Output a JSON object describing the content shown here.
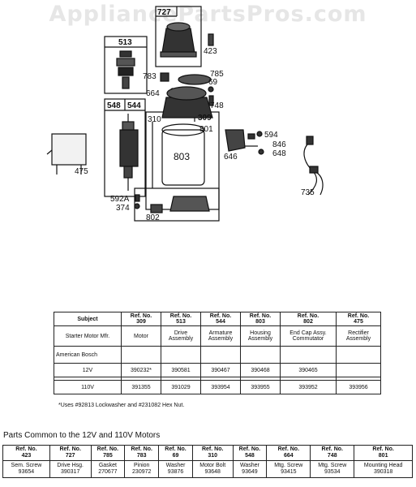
{
  "watermark": "AppliancePartsPros.com",
  "callouts": {
    "c513": "513",
    "c727": "727",
    "c423": "423",
    "c783": "783",
    "c785": "785",
    "c664": "664",
    "c69": "69",
    "c748": "748",
    "c548": "548",
    "c544": "544",
    "c309": "309",
    "c310": "310",
    "c801": "801",
    "c803": "803",
    "c594": "594",
    "c646": "646",
    "c846": "846",
    "c648": "648",
    "c475": "475",
    "c592a": "592A",
    "c374": "374",
    "c802": "802",
    "c735": "735"
  },
  "table1": {
    "header": {
      "subject": "Subject",
      "cols": [
        {
          "ref": "Ref. No.",
          "num": "309"
        },
        {
          "ref": "Ref. No.",
          "num": "513"
        },
        {
          "ref": "Ref. No.",
          "num": "544"
        },
        {
          "ref": "Ref. No.",
          "num": "803"
        },
        {
          "ref": "Ref. No.",
          "num": "802"
        },
        {
          "ref": "Ref. No.",
          "num": "475"
        }
      ]
    },
    "desc_row": {
      "label": "Starter Motor Mfr.",
      "cells": [
        "Motor",
        "Drive Assembly",
        "Armature Assembly",
        "Housing Assembly",
        "End Cap Assy. Commutator",
        "Rectifier Assembly"
      ]
    },
    "mfr_row": {
      "label": "American Bosch"
    },
    "row_12v": {
      "label": "12V",
      "cells": [
        "390232*",
        "390581",
        "390467",
        "390468",
        "390465",
        ""
      ]
    },
    "row_110v": {
      "label": "110V",
      "cells": [
        "391355",
        "391029",
        "393954",
        "393955",
        "393952",
        "393956"
      ]
    }
  },
  "footnote": "*Uses #92813 Lockwasher and #231082 Hex Nut.",
  "common_title": "Parts Common to the 12V and 110V Motors",
  "table2": {
    "headers": [
      {
        "ref": "Ref. No.",
        "num": "423"
      },
      {
        "ref": "Ref. No.",
        "num": "727"
      },
      {
        "ref": "Ref. No.",
        "num": "785"
      },
      {
        "ref": "Ref. No.",
        "num": "783"
      },
      {
        "ref": "Ref. No.",
        "num": "69"
      },
      {
        "ref": "Ref. No.",
        "num": "310"
      },
      {
        "ref": "Ref. No.",
        "num": "548"
      },
      {
        "ref": "Ref. No.",
        "num": "664"
      },
      {
        "ref": "Ref. No.",
        "num": "748"
      },
      {
        "ref": "Ref. No.",
        "num": "801"
      }
    ],
    "values": [
      {
        "name": "Sem. Screw",
        "num": "93654"
      },
      {
        "name": "Drive Hsg.",
        "num": "390317"
      },
      {
        "name": "Gasket",
        "num": "270677"
      },
      {
        "name": "Pinion",
        "num": "230972"
      },
      {
        "name": "Washer",
        "num": "93876"
      },
      {
        "name": "Motor Bolt",
        "num": "93648"
      },
      {
        "name": "Washer",
        "num": "93649"
      },
      {
        "name": "Mtg. Screw",
        "num": "93415"
      },
      {
        "name": "Mtg. Screw",
        "num": "93534"
      },
      {
        "name": "Mounting Head",
        "num": "390318"
      }
    ]
  }
}
